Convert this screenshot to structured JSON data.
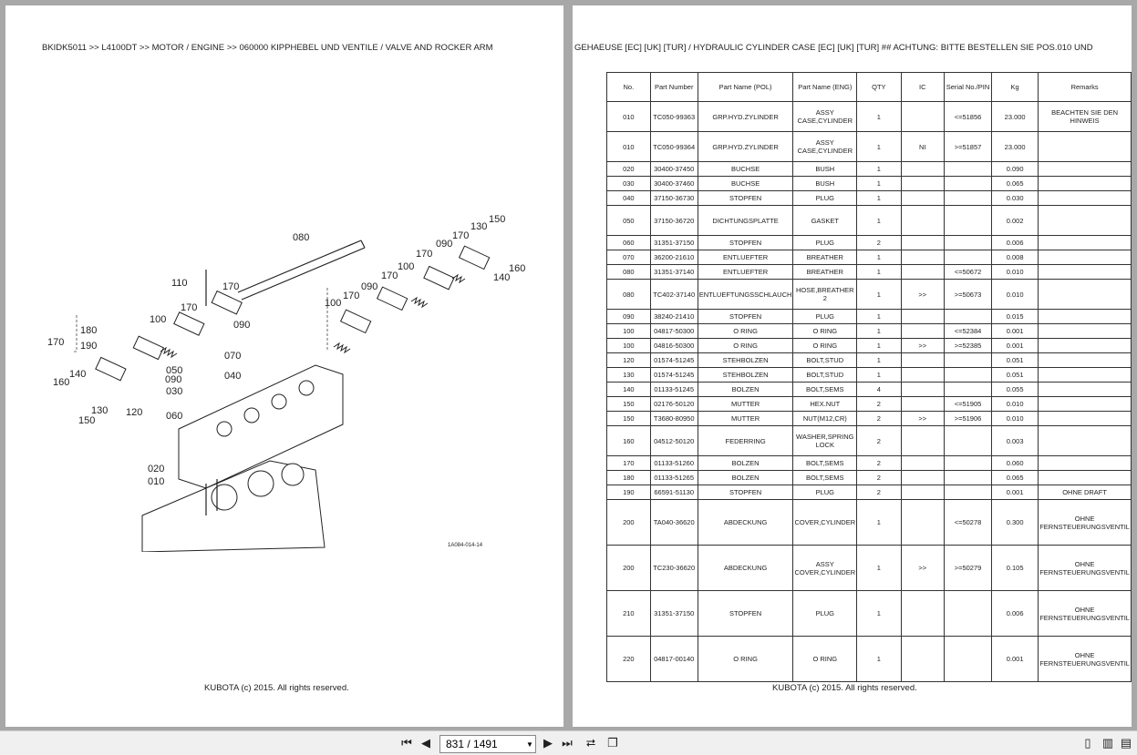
{
  "left_page": {
    "header": "BKIDK5011 >> L4100DT >> MOTOR / ENGINE >> 060000   KIPPHEBEL UND VENTILE / VALVE AND ROCKER ARM",
    "footer": "KUBOTA (c) 2015. All rights reserved.",
    "diagram": {
      "code": "1A084-014-14",
      "labels": [
        "080",
        "150",
        "130",
        "170",
        "090",
        "160",
        "140",
        "110",
        "170",
        "100",
        "170",
        "090",
        "170",
        "100",
        "170",
        "090",
        "100",
        "180",
        "170",
        "190",
        "170",
        "070",
        "050",
        "140",
        "090",
        "040",
        "160",
        "030",
        "130",
        "120",
        "150",
        "060",
        "020",
        "010"
      ]
    }
  },
  "right_page": {
    "header": "GEHAEUSE [EC] [UK] [TUR] / HYDRAULIC CYLINDER CASE [EC] [UK] [TUR] ## ACHTUNG: BITTE BESTELLEN SIE POS.010 UND",
    "footer": "KUBOTA (c) 2015. All rights reserved.",
    "columns": [
      "No.",
      "Part Number",
      "Part Name (POL)",
      "Part Name (ENG)",
      "QTY",
      "IC",
      "Serial No./PIN",
      "Kg",
      "Remarks"
    ],
    "rows": [
      [
        "010",
        "TC050-99363",
        "GRP.HYD.ZYLINDER",
        "ASSY CASE,CYLINDER",
        "1",
        "",
        "<=51856",
        "23.000",
        "BEACHTEN SIE DEN HINWEIS"
      ],
      [
        "010",
        "TC050-99364",
        "GRP.HYD.ZYLINDER",
        "ASSY CASE,CYLINDER",
        "1",
        "NI",
        ">=51857",
        "23.000",
        ""
      ],
      [
        "020",
        "30400-37450",
        "BUCHSE",
        "BUSH",
        "1",
        "",
        "",
        "0.090",
        ""
      ],
      [
        "030",
        "30400-37460",
        "BUCHSE",
        "BUSH",
        "1",
        "",
        "",
        "0.065",
        ""
      ],
      [
        "040",
        "37150-36730",
        "STOPFEN",
        "PLUG",
        "1",
        "",
        "",
        "0.030",
        ""
      ],
      [
        "050",
        "37150-36720",
        "DICHTUNGSPLATTE",
        "GASKET",
        "1",
        "",
        "",
        "0.002",
        ""
      ],
      [
        "060",
        "31351-37150",
        "STOPFEN",
        "PLUG",
        "2",
        "",
        "",
        "0.006",
        ""
      ],
      [
        "070",
        "36200-21610",
        "ENTLUEFTER",
        "BREATHER",
        "1",
        "",
        "",
        "0.008",
        ""
      ],
      [
        "080",
        "31351-37140",
        "ENTLUEFTER",
        "BREATHER",
        "1",
        "",
        "<=50672",
        "0.010",
        ""
      ],
      [
        "080",
        "TC402-37140",
        "ENTLUEFTUNGSSCHLAUCH",
        "HOSE,BREATHER 2",
        "1",
        ">>",
        ">=50673",
        "0.010",
        ""
      ],
      [
        "090",
        "38240-21410",
        "STOPFEN",
        "PLUG",
        "1",
        "",
        "",
        "0.015",
        ""
      ],
      [
        "100",
        "04817-50300",
        "O RING",
        "O RING",
        "1",
        "",
        "<=52384",
        "0.001",
        ""
      ],
      [
        "100",
        "04816-50300",
        "O RING",
        "O RING",
        "1",
        ">>",
        ">=52385",
        "0.001",
        ""
      ],
      [
        "120",
        "01574-51245",
        "STEHBOLZEN",
        "BOLT,STUD",
        "1",
        "",
        "",
        "0.051",
        ""
      ],
      [
        "130",
        "01574-51245",
        "STEHBOLZEN",
        "BOLT,STUD",
        "1",
        "",
        "",
        "0.051",
        ""
      ],
      [
        "140",
        "01133-51245",
        "BOLZEN",
        "BOLT,SEMS",
        "4",
        "",
        "",
        "0.055",
        ""
      ],
      [
        "150",
        "02176-50120",
        "MUTTER",
        "HEX.NUT",
        "2",
        "",
        "<=51905",
        "0.010",
        ""
      ],
      [
        "150",
        "T3680-80950",
        "MUTTER",
        "NUT(M12,CR)",
        "2",
        ">>",
        ">=51906",
        "0.010",
        ""
      ],
      [
        "160",
        "04512-50120",
        "FEDERRING",
        "WASHER,SPRING LOCK",
        "2",
        "",
        "",
        "0.003",
        ""
      ],
      [
        "170",
        "01133-51260",
        "BOLZEN",
        "BOLT,SEMS",
        "2",
        "",
        "",
        "0.060",
        ""
      ],
      [
        "180",
        "01133-51265",
        "BOLZEN",
        "BOLT,SEMS",
        "2",
        "",
        "",
        "0.065",
        ""
      ],
      [
        "190",
        "66591-51130",
        "STOPFEN",
        "PLUG",
        "2",
        "",
        "",
        "0.001",
        "OHNE DRAFT"
      ],
      [
        "200",
        "TA040-36620",
        "ABDECKUNG",
        "COVER,CYLINDER",
        "1",
        "",
        "<=50278",
        "0.300",
        "OHNE FERNSTEUERUNGSVENTIL"
      ],
      [
        "200",
        "TC230-36620",
        "ABDECKUNG",
        "ASSY COVER,CYLINDER",
        "1",
        ">>",
        ">=50279",
        "0.105",
        "OHNE FERNSTEUERUNGSVENTIL"
      ],
      [
        "210",
        "31351-37150",
        "STOPFEN",
        "PLUG",
        "1",
        "",
        "",
        "0.006",
        "OHNE FERNSTEUERUNGSVENTIL"
      ],
      [
        "220",
        "04817-00140",
        "O RING",
        "O RING",
        "1",
        "",
        "",
        "0.001",
        "OHNE FERNSTEUERUNGSVENTIL"
      ]
    ]
  },
  "toolbar": {
    "page_indicator": "831 / 1491",
    "icons": [
      "first-page-icon",
      "prev-page-icon",
      "next-page-icon",
      "last-page-icon",
      "rotate-icon",
      "fit-page-icon",
      "single-page-icon",
      "two-page-icon",
      "continuous-icon"
    ]
  }
}
